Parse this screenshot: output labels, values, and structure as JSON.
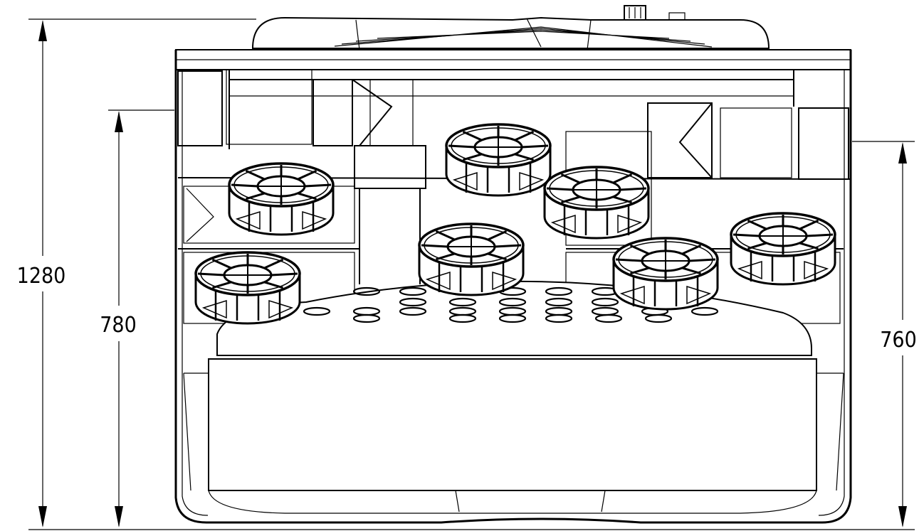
{
  "dimensions": {
    "overall_height": "1280",
    "left_height": "780",
    "right_height": "760"
  },
  "colors": {
    "line": "#000000",
    "background": "#ffffff"
  }
}
